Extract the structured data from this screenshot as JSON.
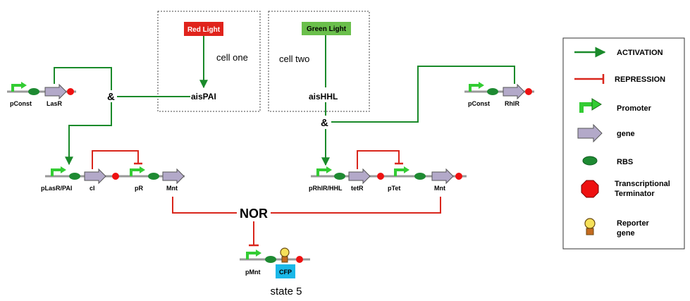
{
  "cells": {
    "one": {
      "light": "Red Light",
      "label": "cell one",
      "signal": "aisPAI"
    },
    "two": {
      "light": "Green Light",
      "label": "cell two",
      "signal": "aisHHL"
    }
  },
  "operators": {
    "and": "&",
    "nor": "NOR"
  },
  "parts": {
    "pconst_left": "pConst",
    "lasr": "LasR",
    "pconst_right": "pConst",
    "rhlr": "RhlR",
    "plasr_pai": "pLasR/PAI",
    "ci": "cI",
    "pr": "pR",
    "mnt_left": "Mnt",
    "prhlr_hhl": "pRhlR/HHL",
    "tetr": "tetR",
    "ptet": "pTet",
    "mnt_right": "Mnt",
    "pmnt": "pMnt",
    "cfp": "CFP"
  },
  "state_label": "state 5",
  "legend": {
    "activation": "ACTIVATION",
    "repression": "REPRESSION",
    "promoter": "Promoter",
    "gene": "gene",
    "rbs": "RBS",
    "terminator_line1": "Transcriptional",
    "terminator_line2": "Terminator",
    "reporter_line1": "Reporter",
    "reporter_line2": "gene"
  },
  "colors": {
    "activation": "#1a8a2a",
    "repression": "#d9261c",
    "promoter": "#33cc33",
    "gene": "#b3a9c9",
    "rbs": "#1e8a32",
    "terminator": "#ee1111",
    "red_light": "#e0231c",
    "green_light": "#6abf4b",
    "cfp": "#1bb8e8"
  }
}
